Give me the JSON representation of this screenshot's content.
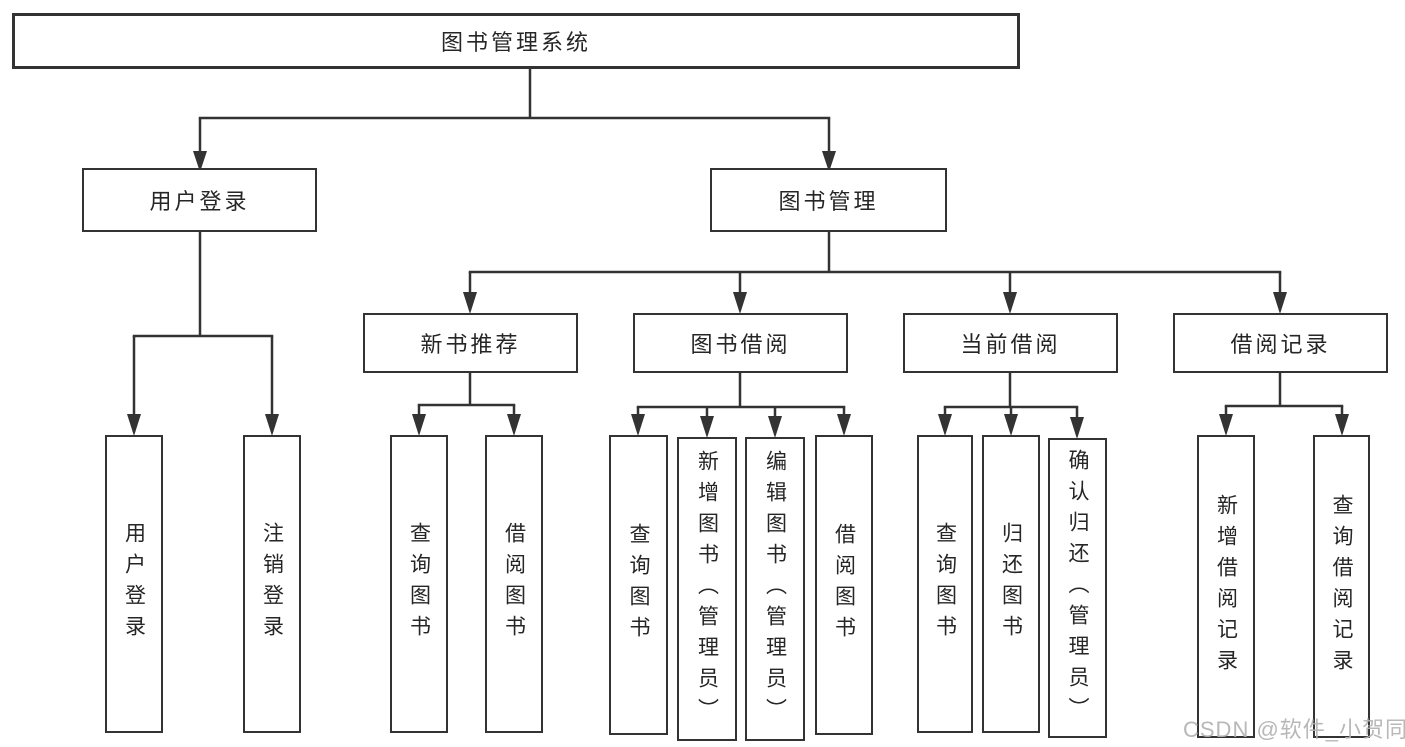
{
  "diagram": {
    "root": {
      "label": "图书管理系统"
    },
    "level2": [
      {
        "label": "用户登录"
      },
      {
        "label": "图书管理"
      }
    ],
    "level3": [
      {
        "label": "新书推荐"
      },
      {
        "label": "图书借阅"
      },
      {
        "label": "当前借阅"
      },
      {
        "label": "借阅记录"
      }
    ],
    "leaves": {
      "user_login": [
        {
          "label": "用户登录"
        },
        {
          "label": "注销登录"
        }
      ],
      "new_book": [
        {
          "label": "查询图书"
        },
        {
          "label": "借阅图书"
        }
      ],
      "borrow": [
        {
          "label": "查询图书"
        },
        {
          "label": "新增图书（管理员）"
        },
        {
          "label": "编辑图书（管理员）"
        },
        {
          "label": "借阅图书"
        }
      ],
      "current": [
        {
          "label": "查询图书"
        },
        {
          "label": "归还图书"
        },
        {
          "label": "确认归还（管理员）"
        }
      ],
      "records": [
        {
          "label": "新增借阅记录"
        },
        {
          "label": "查询借阅记录"
        }
      ]
    },
    "watermark": "CSDN @软件_小贺同学",
    "colors": {
      "line": "#333333",
      "text": "#262626",
      "watermark": "#b2b2b2",
      "background": "#ffffff"
    }
  }
}
